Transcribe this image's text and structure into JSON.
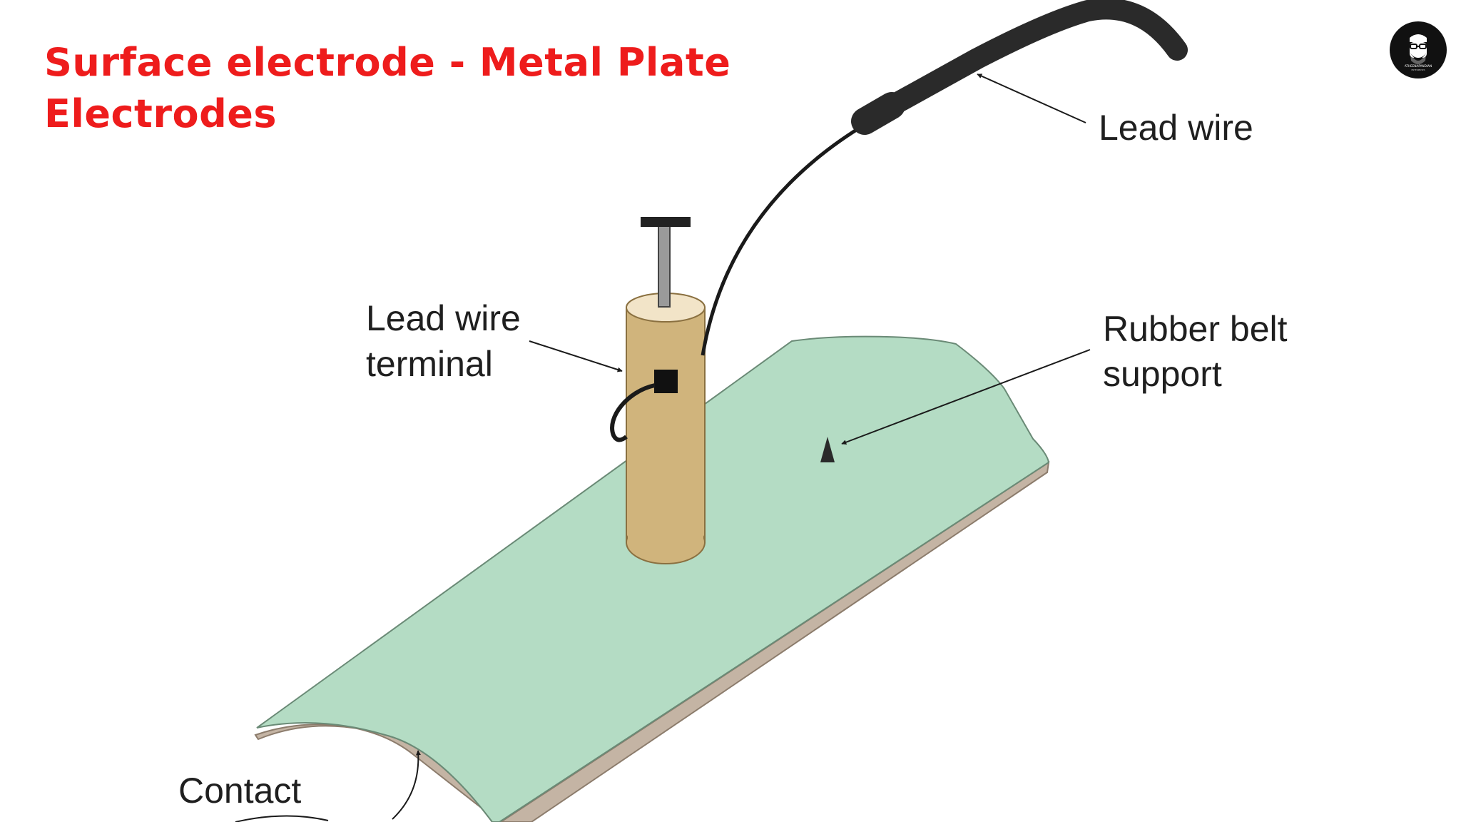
{
  "slide": {
    "title_line1": "Surface electrode - Metal Plate",
    "title_line2": "Electrodes"
  },
  "logo": {
    "icon": "bearded-man-with-glasses-icon",
    "text_line1": "ATHEENAPANDIAN",
    "text_line2": "ENTERPRISES"
  },
  "diagram": {
    "labels": {
      "lead_wire": "Lead wire",
      "lead_wire_terminal_line1": "Lead wire",
      "lead_wire_terminal_line2": "terminal",
      "rubber_belt_line1": "Rubber belt",
      "rubber_belt_line2": "support",
      "contact": "Contact"
    },
    "colors": {
      "title": "#ee1c1c",
      "plate_fill": "#b4dcc4",
      "plate_edge": "#c4b4a4",
      "terminal_fill": "#d0b47c",
      "terminal_top": "#f2e4c8",
      "wire": "#1a1a1a",
      "text": "#1f1f1f"
    }
  }
}
